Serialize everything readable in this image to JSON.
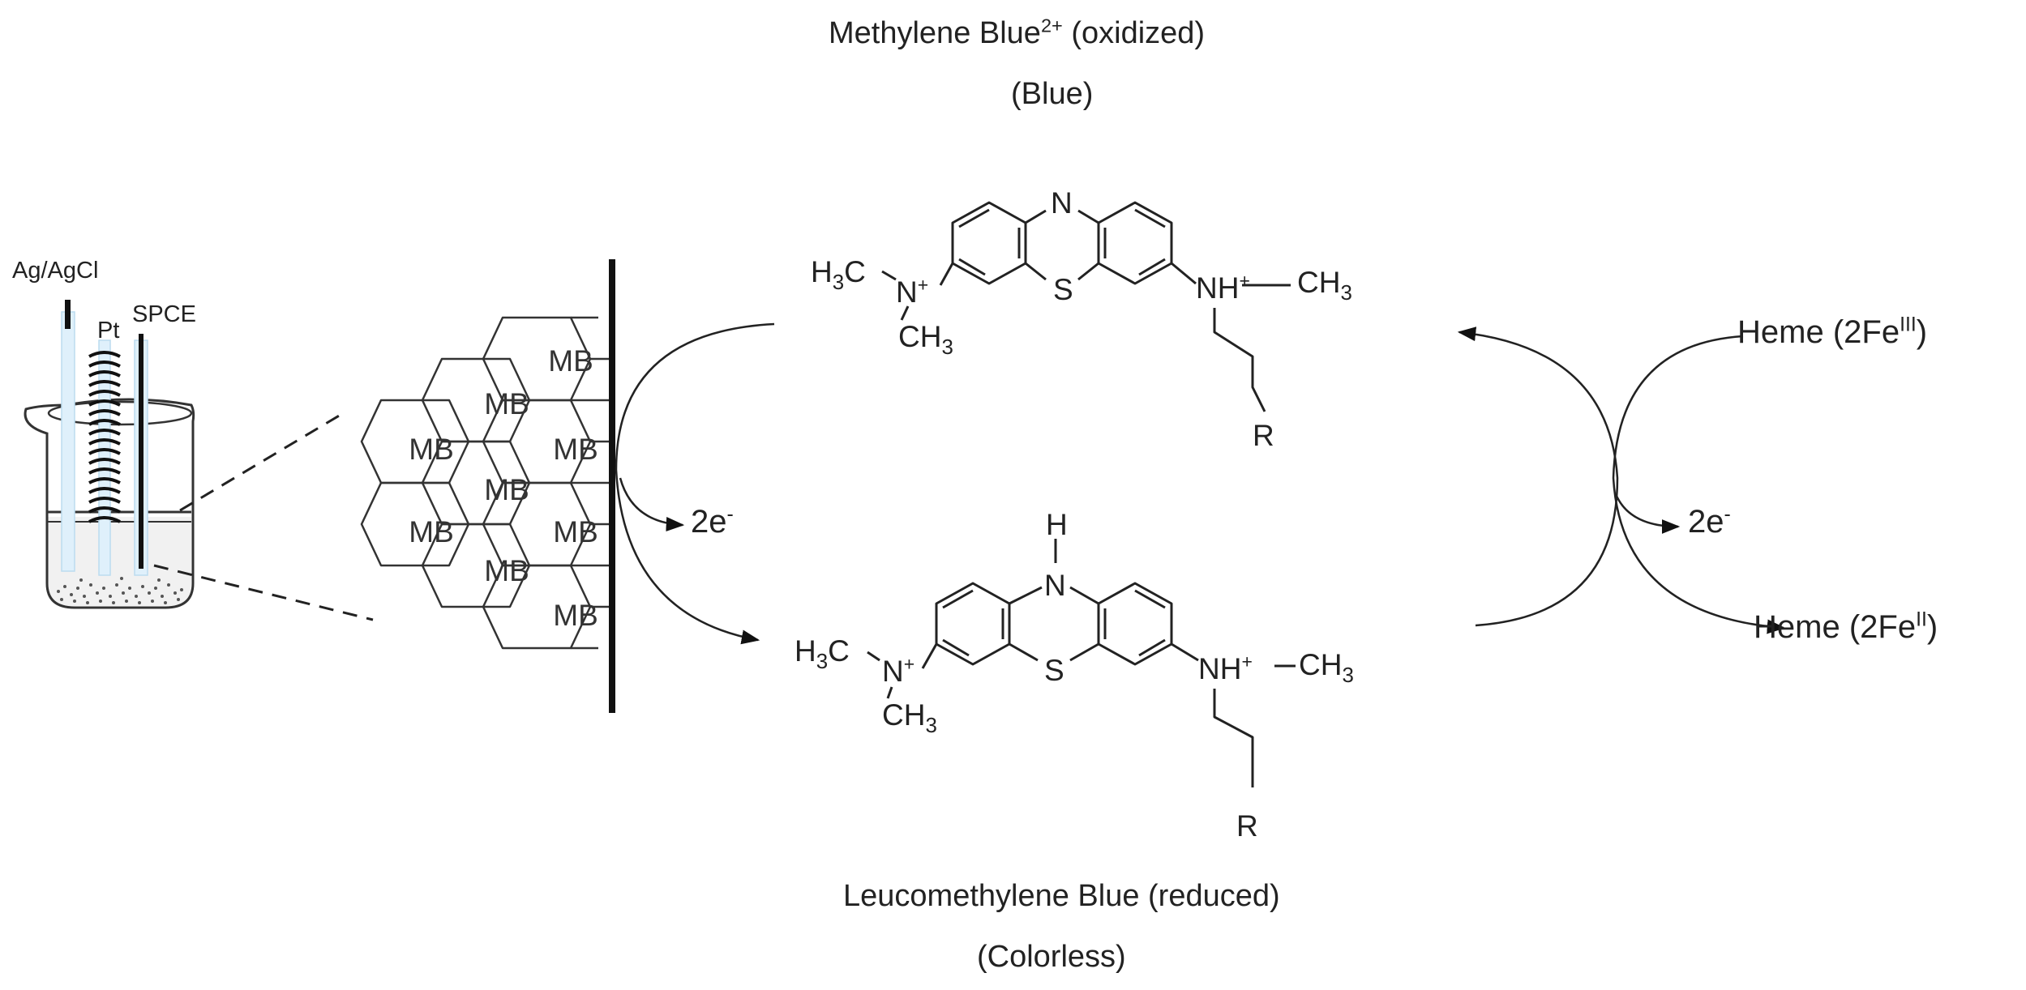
{
  "oxidized": {
    "title": "Methylene Blue",
    "charge": "2+",
    "state": "(oxidized)",
    "color": "(Blue)"
  },
  "reduced": {
    "title": "Leucomethylene Blue (reduced)",
    "color": "(Colorless)"
  },
  "cell": {
    "reference_electrode": "Ag/AgCl",
    "counter_electrode": "Pt",
    "working_electrode": "SPCE"
  },
  "electrode_surface": {
    "mb_label": "MB"
  },
  "electrons": {
    "label": "2e",
    "sign": "-"
  },
  "heme": {
    "ox_prefix": "Heme (2Fe",
    "ox_state": "III",
    "red_prefix": "Heme (2Fe",
    "red_state": "II",
    "suffix": ")"
  },
  "atoms": {
    "N": "N",
    "S": "S",
    "H": "H",
    "R": "R",
    "NH": "NH",
    "plus": "+",
    "ch3_left": "H",
    "ch3_c": "C",
    "three": "3",
    "ch": "CH"
  }
}
